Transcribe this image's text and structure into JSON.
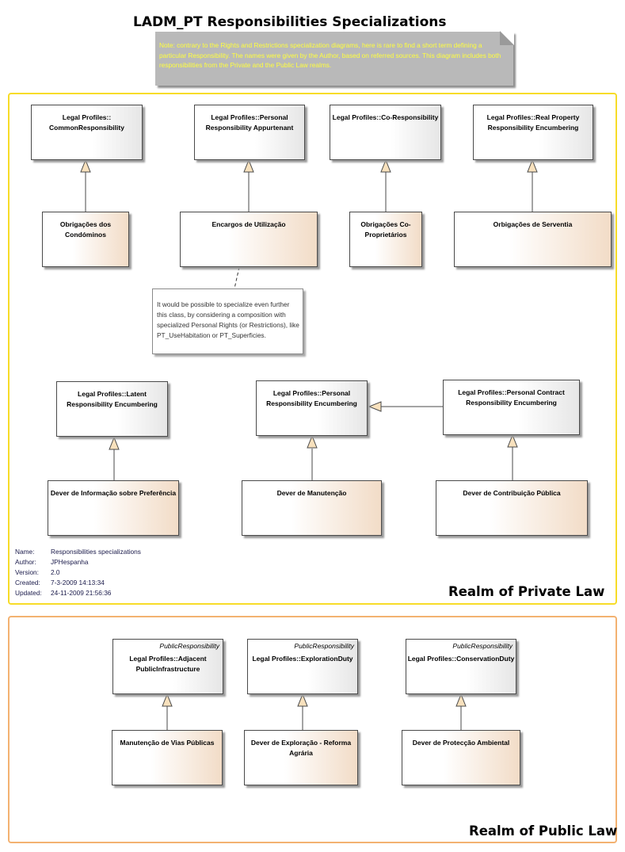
{
  "title": "LADM_PT Responsibilities Specializations",
  "note": "Note: contrary to the Rights and Restrictions specialization diagrams, here is rare to find a short term defining a particular Responsibility. The names were given by the Author, based on referred sources. This diagram includes both responsibilities from the Private and the Public Law realms.",
  "comment": "It would be possible to specialize even further this class, by considering a composition with specialized Personal Rights (or Restrictions), like PT_UseHabitation or PT_Superficies.",
  "realms": {
    "private": "Realm of Private Law",
    "public": "Realm of Public Law"
  },
  "classes": {
    "common": "Legal Profiles:: CommonResponsibility",
    "personal_appurtenant": "Legal Profiles::Personal Responsibility Appurtenant",
    "co": "Legal Profiles::Co-Responsibility",
    "real_property": "Legal Profiles::Real Property Responsibility Encumbering",
    "latent": "Legal Profiles::Latent Responsibility Encumbering",
    "personal_enc": "Legal Profiles::Personal Responsibility Encumbering",
    "personal_contract": "Legal Profiles::Personal Contract Responsibility Encumbering",
    "adjacent": "Legal Profiles::Adjacent PublicInfrastructure",
    "exploration": "Legal Profiles::ExplorationDuty",
    "conservation": "Legal Profiles::ConservationDuty"
  },
  "stereotype": "PublicResponsibility",
  "subclasses": {
    "condominos": "Obrigações dos Condóminos",
    "encargos": "Encargos de Utilização",
    "coproprietarios": "Obrigações Co-Proprietários",
    "serventia": "Orbigações de Serventia",
    "informacao": "Dever de Informação sobre Preferência",
    "manutencao": "Dever de Manutenção",
    "contribuicao": "Dever de Contribuição Pública",
    "vias": "Manutenção de Vias Públicas",
    "exploracao": "Dever de Exploração - Reforma Agrária",
    "proteccao": "Dever de Protecção Ambiental"
  },
  "metadata": {
    "name_label": "Name:",
    "name": "Responsibilities specializations",
    "author_label": "Author:",
    "author": "JPHespanha",
    "version_label": "Version:",
    "version": "2.0",
    "created_label": "Created:",
    "created": "7-3-2009 14:13:34",
    "updated_label": "Updated:",
    "updated": "24-11-2009 21:56:36"
  }
}
